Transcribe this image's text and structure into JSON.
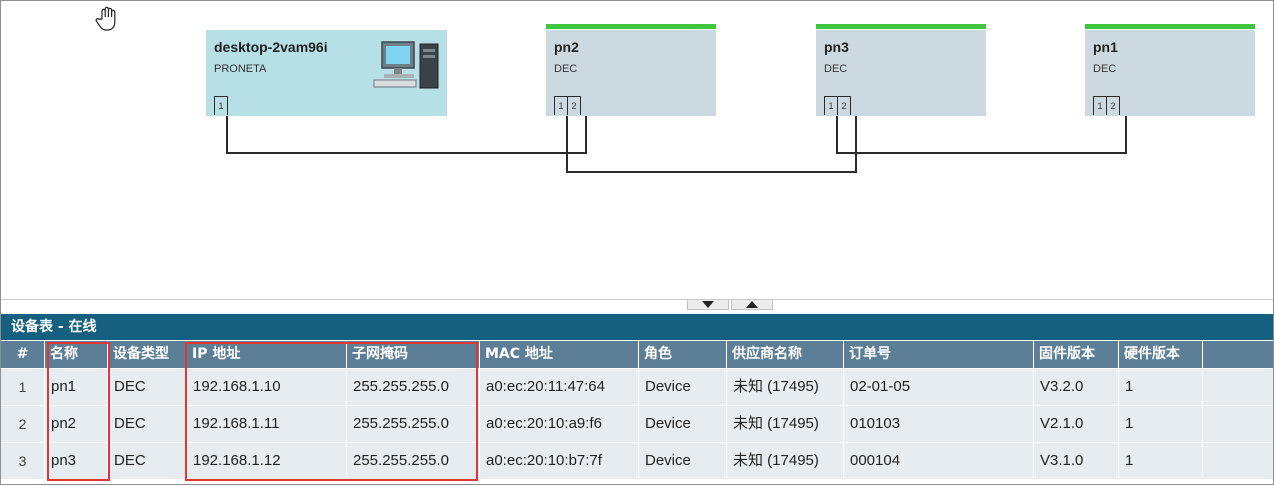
{
  "topology": {
    "nodes": [
      {
        "name": "desktop-2vam96i",
        "type": "PRONETA",
        "ports": [
          "1"
        ]
      },
      {
        "name": "pn2",
        "type": "DEC",
        "ports": [
          "1",
          "2"
        ]
      },
      {
        "name": "pn3",
        "type": "DEC",
        "ports": [
          "1",
          "2"
        ]
      },
      {
        "name": "pn1",
        "type": "DEC",
        "ports": [
          "1",
          "2"
        ]
      }
    ],
    "status_color": "#3ec63e"
  },
  "device_table": {
    "title": "设备表 - 在线",
    "columns": [
      "#",
      "名称",
      "设备类型",
      "IP 地址",
      "子网掩码",
      "MAC 地址",
      "角色",
      "供应商名称",
      "订单号",
      "固件版本",
      "硬件版本"
    ],
    "rows": [
      [
        "1",
        "pn1",
        "DEC",
        "192.168.1.10",
        "255.255.255.0",
        "a0:ec:20:11:47:64",
        "Device",
        "未知 (17495)",
        "02-01-05",
        "V3.2.0",
        "1"
      ],
      [
        "2",
        "pn2",
        "DEC",
        "192.168.1.11",
        "255.255.255.0",
        "a0:ec:20:10:a9:f6",
        "Device",
        "未知 (17495)",
        "010103",
        "V2.1.0",
        "1"
      ],
      [
        "3",
        "pn3",
        "DEC",
        "192.168.1.12",
        "255.255.255.0",
        "a0:ec:20:10:b7:7f",
        "Device",
        "未知 (17495)",
        "000104",
        "V3.1.0",
        "1"
      ]
    ]
  },
  "colors": {
    "title_bar": "#15607f",
    "header_bg": "#5c7e96",
    "row_bg": "#e6ecef",
    "highlight": "#e03636"
  }
}
